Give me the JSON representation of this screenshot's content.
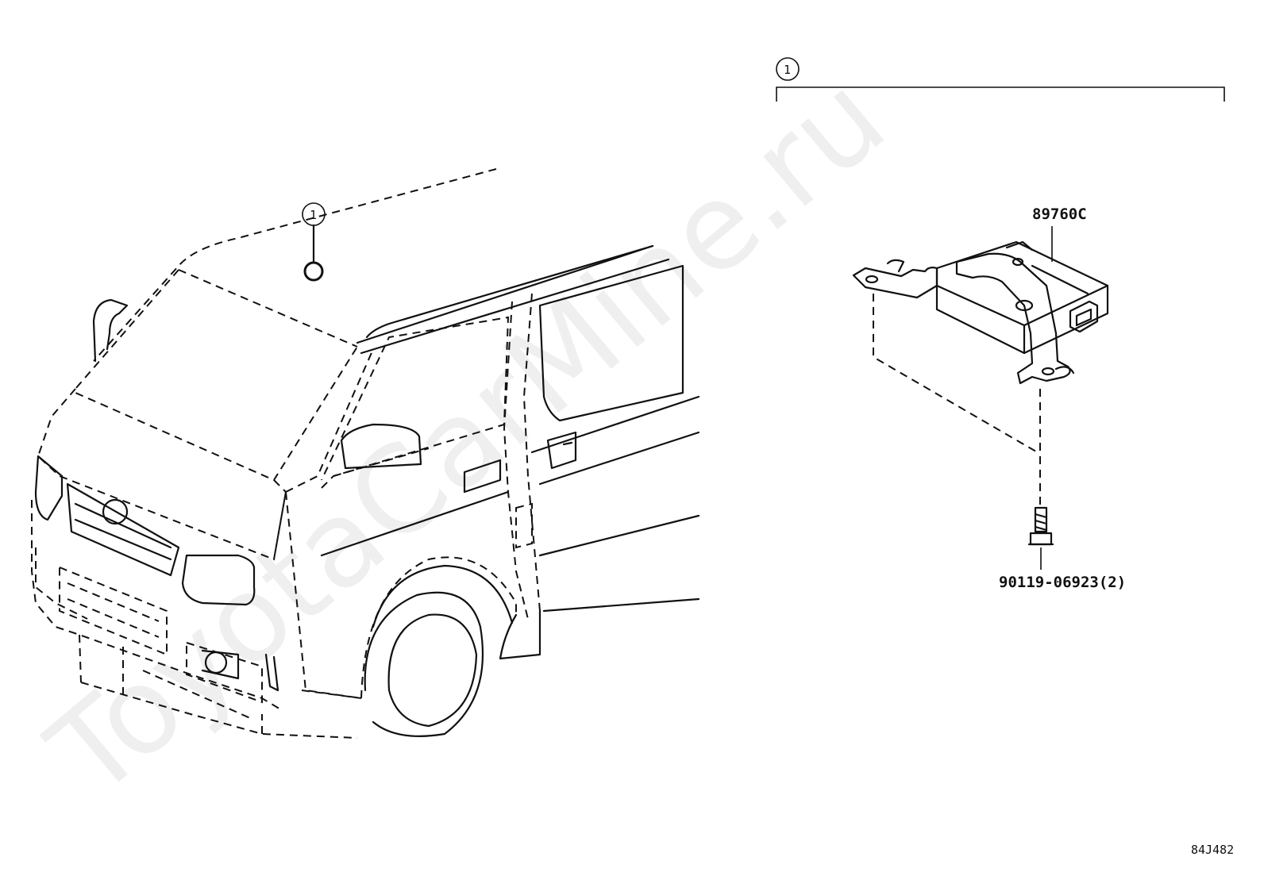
{
  "watermark": "ToyotaCarMine.ru",
  "callouts": {
    "group_index": "1",
    "vehicle_index": "1"
  },
  "parts": {
    "computer": {
      "part_number": "89760C"
    },
    "bolt": {
      "part_number": "90119-06923(2)"
    }
  },
  "figure_id": "84J482"
}
